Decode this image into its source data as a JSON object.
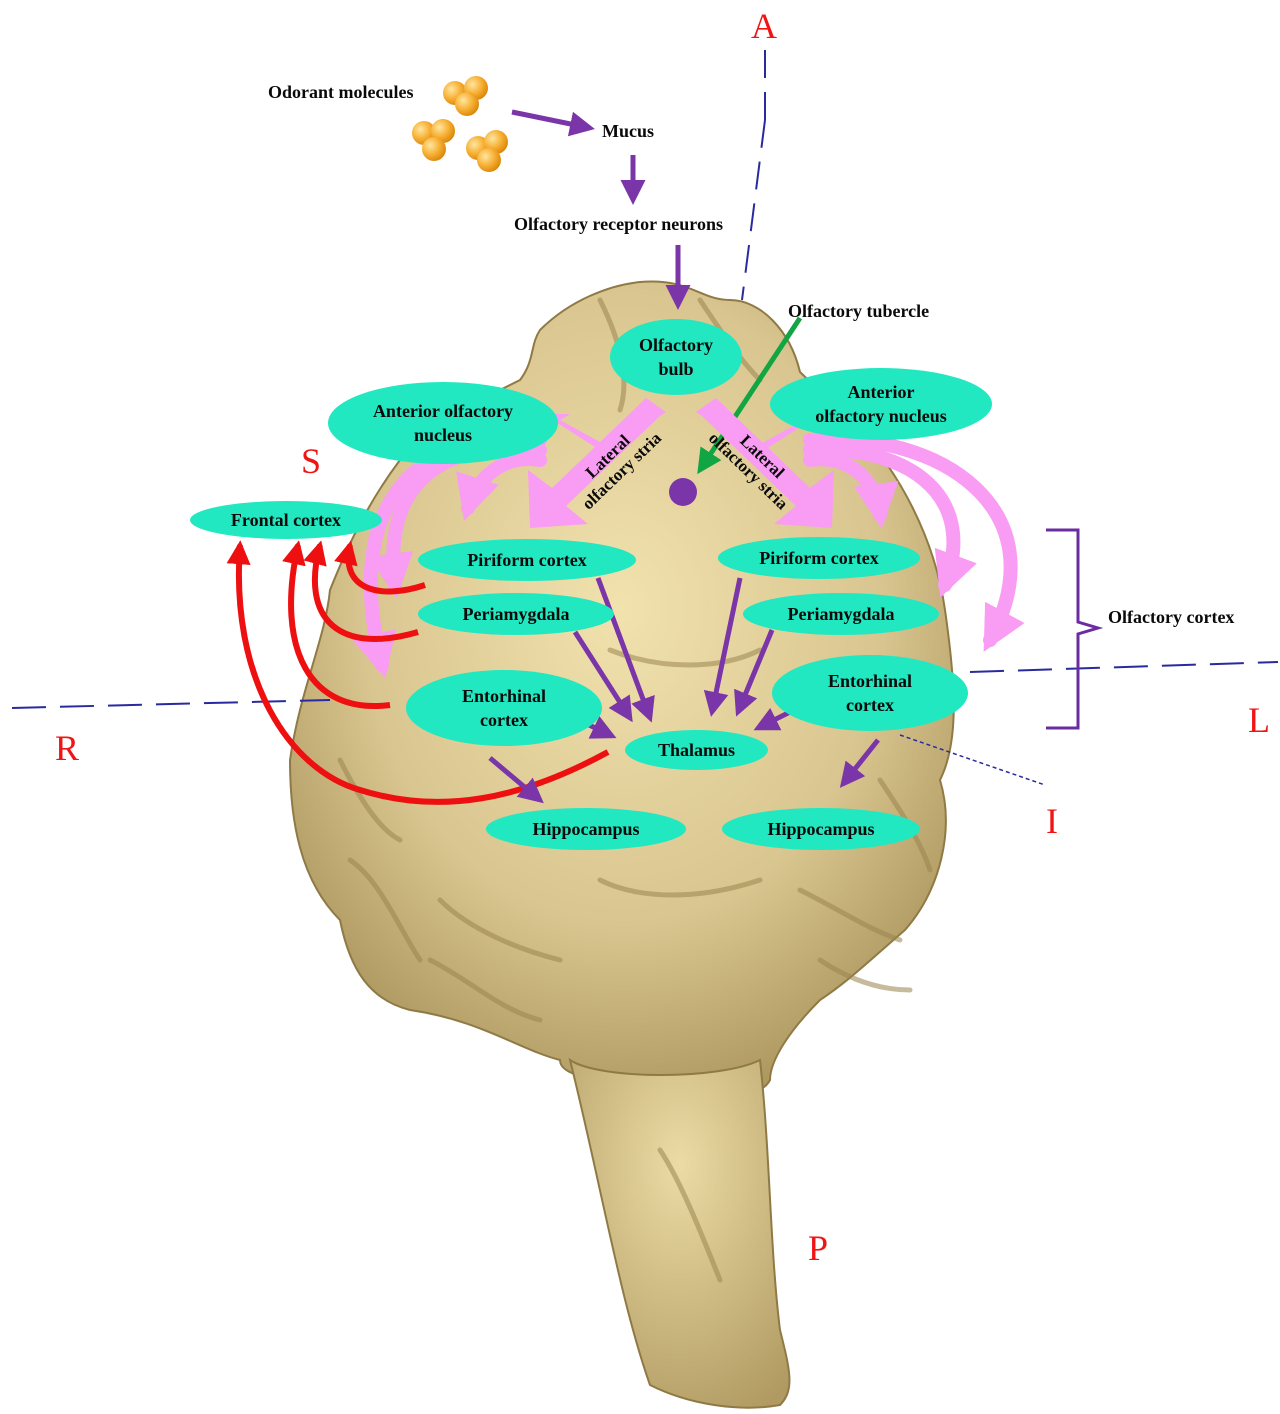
{
  "axes": {
    "anterior": "A",
    "posterior": "P",
    "superior": "S",
    "inferior": "I",
    "right": "R",
    "left": "L"
  },
  "labels": {
    "odorant": "Odorant molecules",
    "mucus": "Mucus",
    "receptor": "Olfactory receptor neurons",
    "tubercle": "Olfactory tubercle",
    "olfactory_cortex": "Olfactory cortex"
  },
  "regions": {
    "olfactory_bulb": "Olfactory bulb",
    "anterior_left": "Anterior olfactory nucleus",
    "anterior_right": "Anterior olfactory nucleus",
    "frontal_cortex": "Frontal cortex",
    "piriform_left": "Piriform cortex",
    "piriform_right": "Piriform cortex",
    "periamygdala_left": "Periamygdala",
    "periamygdala_right": "Periamygdala",
    "entorhinal_left": "Entorhinal cortex",
    "entorhinal_right": "Entorhinal cortex",
    "thalamus": "Thalamus",
    "hippocampus_left": "Hippocampus",
    "hippocampus_right": "Hippocampus"
  },
  "stria": {
    "left_line1": "Lateral",
    "left_line2": "olfactory stria",
    "right_line1": "Lateral",
    "right_line2": "olfactory stria"
  },
  "colors": {
    "region_fill": "#21e8c0",
    "tract_pink": "#f99cf3",
    "projection_purple": "#7a35a8",
    "feedback_red": "#ee1010",
    "tubercle_green": "#12a544",
    "axis_text_red": "#f01414",
    "axis_line_blue": "#2a2aa0",
    "brain_tan": "#d9c58f"
  }
}
